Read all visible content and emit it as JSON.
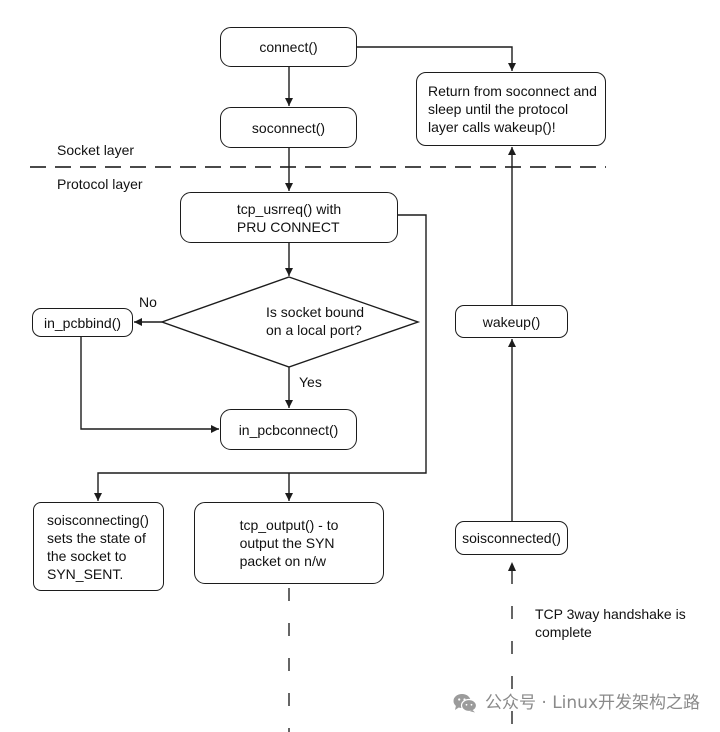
{
  "diagram": {
    "layers": {
      "socket": "Socket layer",
      "protocol": "Protocol layer"
    },
    "nodes": {
      "connect": "connect()",
      "soconnect": "soconnect()",
      "return_note": "Return from soconnect and\nsleep until the protocol\nlayer calls wakeup()!",
      "tcp_usrreq": "tcp_usrreq() with\nPRU CONNECT",
      "decision": "Is socket bound\non a local port?",
      "in_pcbbind": "in_pcbbind()",
      "in_pcbconnect": "in_pcbconnect()",
      "soisconnecting": "soisconnecting()\nsets the state of\nthe socket to\nSYN_SENT.",
      "tcp_output": "tcp_output() - to\noutput the SYN\npacket on n/w",
      "wakeup": "wakeup()",
      "soisconnected": "soisconnected()"
    },
    "edge_labels": {
      "no": "No",
      "yes": "Yes"
    },
    "notes": {
      "handshake": "TCP 3way handshake is\ncomplete"
    }
  },
  "watermark": {
    "icon": "wechat-icon",
    "text": "公众号 · Linux开发架构之路"
  },
  "colors": {
    "background": "#ffffff",
    "line": "#1c1c1c",
    "text": "#111111",
    "watermark": "#8a8a8a"
  }
}
